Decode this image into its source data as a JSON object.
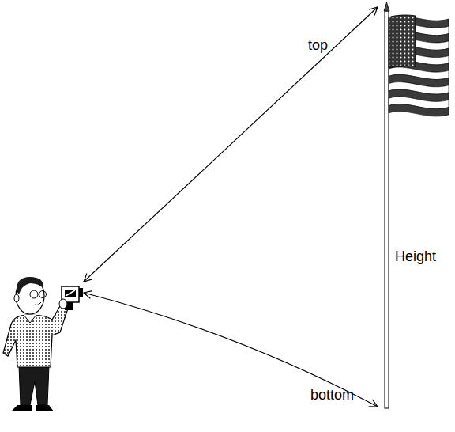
{
  "diagram": {
    "labels": [
      "top",
      "Height",
      "bottom"
    ]
  }
}
